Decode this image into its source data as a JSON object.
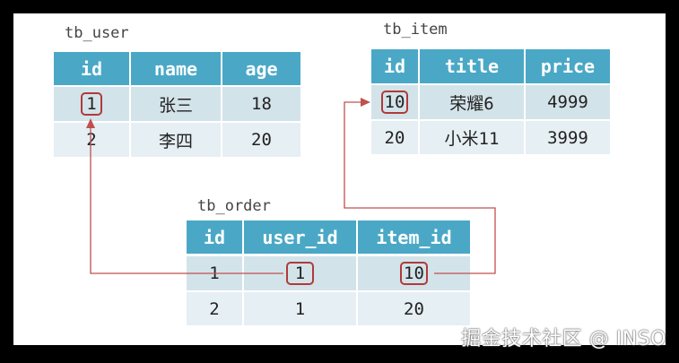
{
  "colors": {
    "header_bg": "#4aa8c6",
    "row_odd_bg": "#d3e3ea",
    "row_even_bg": "#e6eff3",
    "highlight": "#b03a3a",
    "link_line": "#c0504d"
  },
  "tables": {
    "user": {
      "name": "tb_user",
      "columns": [
        "id",
        "name",
        "age"
      ],
      "rows": [
        [
          "1",
          "张三",
          "18"
        ],
        [
          "2",
          "李四",
          "20"
        ]
      ]
    },
    "item": {
      "name": "tb_item",
      "columns": [
        "id",
        "title",
        "price"
      ],
      "rows": [
        [
          "10",
          "荣耀6",
          "4999"
        ],
        [
          "20",
          "小米11",
          "3999"
        ]
      ]
    },
    "order": {
      "name": "tb_order",
      "columns": [
        "id",
        "user_id",
        "item_id"
      ],
      "rows": [
        [
          "1",
          "1",
          "10"
        ],
        [
          "2",
          "1",
          "20"
        ]
      ]
    }
  },
  "relations": [
    {
      "from": "tb_order.user_id=1",
      "to": "tb_user.id=1"
    },
    {
      "from": "tb_order.item_id=10",
      "to": "tb_item.id=10"
    }
  ],
  "watermark": "掘金技术社区 @ INSO"
}
